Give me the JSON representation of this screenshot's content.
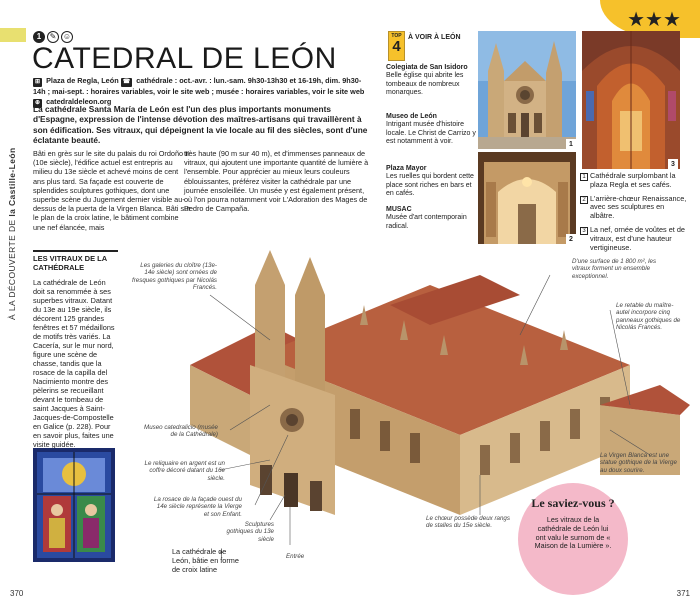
{
  "header": {
    "sidebar_prefix": "À LA DÉCOUVERTE DE",
    "sidebar_region": "la Castille-León",
    "section_number": "1",
    "title": "CATEDRAL DE LEÓN",
    "stars_label": "★★★"
  },
  "practical_info": {
    "address": "Plaza de Regla, León",
    "hours": "cathédrale : oct.-avr. : lun.-sam. 9h30-13h30 et 16-19h, dim. 9h30-14h ; mai-sept. : horaires variables, voir le site web ; musée : horaires variables, voir le site web",
    "website": "catedraldeleon.org"
  },
  "intro": "La cathédrale Santa María de León est l'un des plus importants monuments d'Espagne, expression de l'intense dévotion des maîtres-artisans qui travaillèrent à son édification. Ses vitraux, qui dépeignent la vie locale au fil des siècles, sont d'une éclatante beauté.",
  "body_col1": "Bâti en grès sur le site du palais du roi Ordoño II (10e siècle), l'édifice actuel est entrepris au milieu du 13e siècle et achevé moins de cent ans plus tard. Sa façade est couverte de splendides sculptures gothiques, dont une superbe scène du Jugement dernier visible au-dessus de la puerta de la Virgen Blanca. Bâti sur le plan de la croix latine, le bâtiment combine une nef élancée, mais",
  "body_col2": "très haute (90 m sur 40 m), et d'immenses panneaux de vitraux, qui ajoutent une importante quantité de lumière à l'ensemble. Pour apprécier au mieux leurs couleurs éblouissantes, préférez visiter la cathédrale par une journée ensoleillée. Un musée y est également présent, où l'on pourra notamment voir L'Adoration des Mages de Pedro de Campaña.",
  "top4": {
    "badge_top": "TOP",
    "badge_num": "4",
    "title": "À VOIR À LEÓN",
    "items": [
      {
        "name": "Colegiata de San Isidoro",
        "desc": "Belle église qui abrite les tombeaux de nombreux monarques."
      },
      {
        "name": "Museo de León",
        "desc": "Intrigant musée d'histoire locale. Le Christ de Carrizo y est notamment à voir."
      },
      {
        "name": "Plaza Mayor",
        "desc": "Les ruelles qui bordent cette place sont riches en bars et en cafés."
      },
      {
        "name": "MUSAC",
        "desc": "Musée d'art contemporain radical."
      }
    ]
  },
  "photo_numbers": [
    "1",
    "2",
    "3"
  ],
  "photo_captions": [
    {
      "num": "1",
      "text": "Cathédrale surplombant la plaza Regla et ses cafés."
    },
    {
      "num": "2",
      "text": "L'arrière-chœur Renaissance, avec ses sculptures en albâtre."
    },
    {
      "num": "3",
      "text": "La nef, ornée de voûtes et de vitraux, est d'une hauteur vertigineuse."
    }
  ],
  "vitraux": {
    "heading": "LES VITRAUX DE LA CATHÉDRALE",
    "body": "La cathédrale de León doit sa renommée à ses superbes vitraux. Datant du 13e au 19e siècle, ils décorent 125 grandes fenêtres et 57 médaillons de motifs très variés. La Cacería, sur le mur nord, figure une scène de chasse, tandis que la rosace de la capilla del Nacimiento montre des pèlerins se recueillant devant le tombeau de saint Jacques à Saint-Jacques-de-Compostelle en Galice (p. 228). Pour en savoir plus, faites une visite guidée."
  },
  "illustration_labels": {
    "galleries": "Les galeries du cloître (13e-14e siècle) sont ornées de fresques gothiques par Nicolás Francés.",
    "museum": "Museo catedralicio (musée de la Cathédrale)",
    "reliquary": "Le reliquaire en argent est un coffre décoré datant du 16e siècle.",
    "rose": "La rosace de la façade ouest du 14e siècle représente la Vierge et son Enfant.",
    "sculptures": "Sculptures gothiques du 13e siècle",
    "entrance": "Entrée",
    "choir": "Le chœur possède deux rangs de stalles du 15e siècle.",
    "windows": "D'une surface de 1 800 m², les vitraux forment un ensemble exceptionnel.",
    "retable": "Le retable du maître-autel incorpore cinq panneaux gothiques de Nicolás Francés.",
    "virgen": "La Virgen Blanca est une statue gothique de la Vierge au doux sourire."
  },
  "illustration_caption": "La cathédrale de León, bâtie en forme de croix latine",
  "saviez": {
    "heading": "Le saviez-vous ?",
    "body": "Les vitraux de la cathédrale de León lui ont valu le surnom de « Maison de la Lumière »."
  },
  "pages": {
    "left": "370",
    "right": "371"
  },
  "colors": {
    "accent_yellow": "#f6c12b",
    "pink": "#f4b9c9",
    "stone": "#c9a878",
    "roof": "#b0523a"
  }
}
